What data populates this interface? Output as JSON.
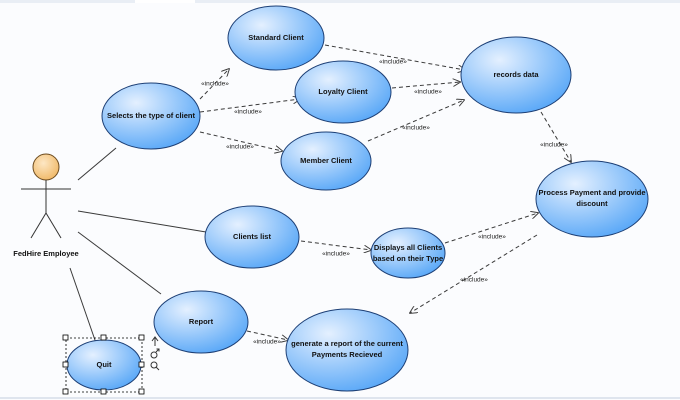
{
  "actor": {
    "name": "FedHire Employee"
  },
  "use_cases": {
    "standard_client": "Standard Client",
    "loyalty_client": "Loyalty Client",
    "member_client": "Member Client",
    "records_data": "records data",
    "selects_type": "Selects the type of client",
    "process_payment": [
      "Process Payment and provide",
      "discount"
    ],
    "clients_list": "Clients list",
    "displays_clients": [
      "Displays all Clients",
      "based on their Type"
    ],
    "report": "Report",
    "generate_report": [
      "generate a report of the current",
      "Payments Recieved"
    ],
    "quit": "Quit"
  },
  "stereotype": "«include»",
  "colors": {
    "usecase_fill_light": "#e4f0ff",
    "usecase_fill_dark": "#5aa8f7",
    "usecase_stroke": "#1d3f75",
    "actor_head": "#f5c98a"
  },
  "selection_tools": [
    "arrow-icon",
    "link-icon",
    "search-icon"
  ]
}
